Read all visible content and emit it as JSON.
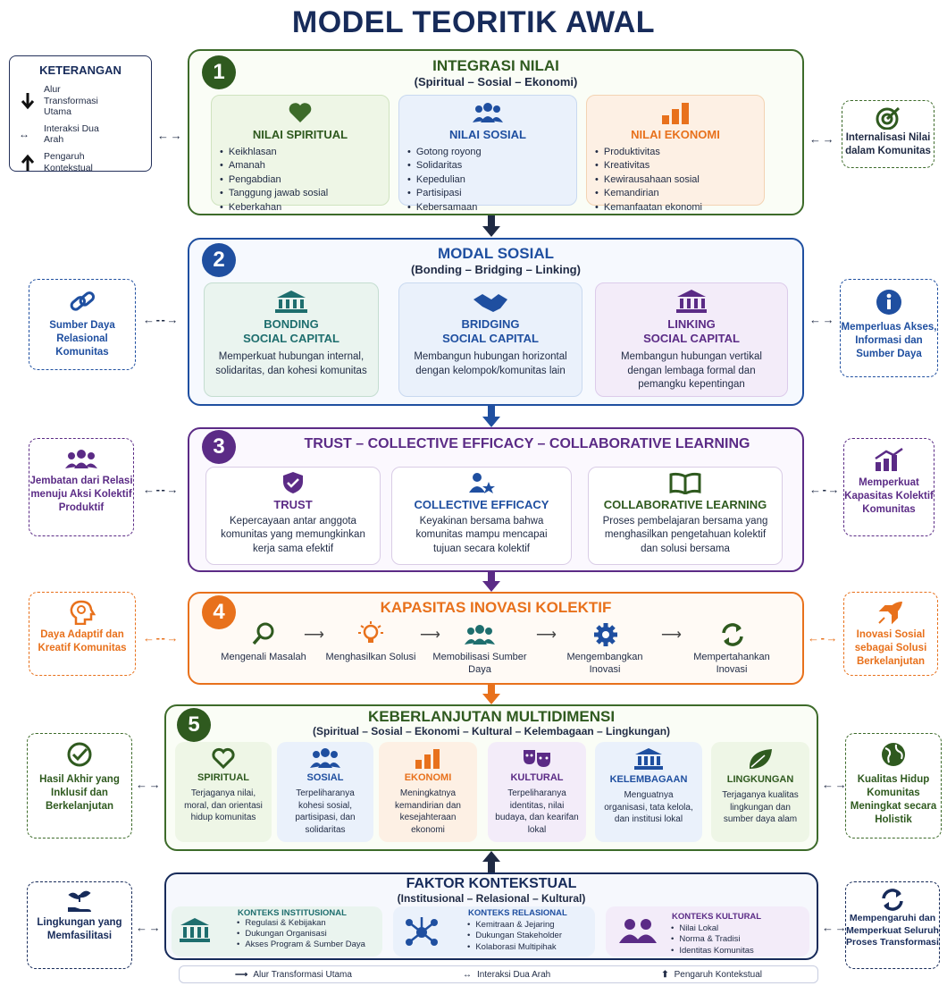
{
  "title": "MODEL TEORITIK AWAL",
  "legend": {
    "title": "KETERANGAN",
    "items": [
      "Alur Transformasi Utama",
      "Interaksi Dua Arah",
      "Pengaruh Kontekstual"
    ]
  },
  "s1": {
    "num": "1",
    "title": "INTEGRASI NILAI",
    "subtitle": "(Spiritual – Sosial – Ekonomi)",
    "cards": [
      {
        "title": "NILAI SPIRITUAL",
        "items": [
          "Keikhlasan",
          "Amanah",
          "Pengabdian",
          "Tanggung jawab sosial",
          "Keberkahan"
        ]
      },
      {
        "title": "NILAI SOSIAL",
        "items": [
          "Gotong royong",
          "Solidaritas",
          "Kepedulian",
          "Partisipasi",
          "Kebersamaan"
        ]
      },
      {
        "title": "NILAI EKONOMI",
        "items": [
          "Produktivitas",
          "Kreativitas",
          "Kewirausahaan sosial",
          "Kemandirian",
          "Kemanfaatan ekonomi"
        ]
      }
    ],
    "right": "Internalisasi Nilai dalam Komunitas"
  },
  "s2": {
    "num": "2",
    "title": "MODAL SOSIAL",
    "subtitle": "(Bonding – Bridging – Linking)",
    "cards": [
      {
        "t1": "BONDING",
        "t2": "SOCIAL CAPITAL",
        "desc": "Memperkuat hubungan internal, solidaritas, dan kohesi komunitas"
      },
      {
        "t1": "BRIDGING",
        "t2": "SOCIAL CAPITAL",
        "desc": "Membangun hubungan horizontal dengan kelompok/komunitas lain"
      },
      {
        "t1": "LINKING",
        "t2": "SOCIAL CAPITAL",
        "desc": "Membangun hubungan vertikal dengan lembaga formal dan pemangku kepentingan"
      }
    ],
    "left": "Sumber Daya Relasional Komunitas",
    "right": "Memperluas Akses, Informasi dan Sumber Daya"
  },
  "s3": {
    "num": "3",
    "title": "TRUST – COLLECTIVE EFFICACY – COLLABORATIVE LEARNING",
    "cards": [
      {
        "title": "TRUST",
        "desc": "Kepercayaan antar anggota komunitas yang memungkinkan kerja sama efektif"
      },
      {
        "title": "COLLECTIVE EFFICACY",
        "desc": "Keyakinan bersama bahwa komunitas mampu mencapai tujuan secara kolektif"
      },
      {
        "title": "COLLABORATIVE LEARNING",
        "desc": "Proses pembelajaran bersama yang menghasilkan pengetahuan kolektif dan solusi bersama"
      }
    ],
    "left": "Jembatan dari Relasi menuju Aksi Kolektif Produktif",
    "right": "Memperkuat Kapasitas Kolektif Komunitas"
  },
  "s4": {
    "num": "4",
    "title": "KAPASITAS INOVASI KOLEKTIF",
    "steps": [
      "Mengenali Masalah",
      "Menghasilkan Solusi",
      "Memobilisasi Sumber Daya",
      "Mengembangkan Inovasi",
      "Mempertahankan Inovasi"
    ],
    "left": "Daya Adaptif dan Kreatif Komunitas",
    "right": "Inovasi Sosial sebagai Solusi Berkelanjutan"
  },
  "s5": {
    "num": "5",
    "title": "KEBERLANJUTAN MULTIDIMENSI",
    "subtitle": "(Spiritual – Sosial – Ekonomi – Kultural – Kelembagaan – Lingkungan)",
    "cards": [
      {
        "title": "SPIRITUAL",
        "desc": "Terjaganya nilai, moral, dan orientasi hidup komunitas"
      },
      {
        "title": "SOSIAL",
        "desc": "Terpeliharanya kohesi sosial, partisipasi, dan solidaritas"
      },
      {
        "title": "EKONOMI",
        "desc": "Meningkatnya kemandirian dan kesejahteraan ekonomi"
      },
      {
        "title": "KULTURAL",
        "desc": "Terpeliharanya identitas, nilai budaya, dan kearifan lokal"
      },
      {
        "title": "KELEMBAGAAN",
        "desc": "Menguatnya organisasi, tata kelola, dan institusi lokal"
      },
      {
        "title": "LINGKUNGAN",
        "desc": "Terjaganya kualitas lingkungan dan sumber daya alam"
      }
    ],
    "left": "Hasil Akhir yang Inklusif dan Berkelanjutan",
    "right": "Kualitas Hidup Komunitas Meningkat secara Holistik"
  },
  "fk": {
    "title": "FAKTOR KONTEKSTUAL",
    "subtitle": "(Institusional – Relasional – Kultural)",
    "cards": [
      {
        "title": "KONTEKS INSTITUSIONAL",
        "items": [
          "Regulasi & Kebijakan",
          "Dukungan Organisasi",
          "Akses Program & Sumber Daya"
        ]
      },
      {
        "title": "KONTEKS RELASIONAL",
        "items": [
          "Kemitraan & Jejaring",
          "Dukungan Stakeholder",
          "Kolaborasi Multipihak"
        ]
      },
      {
        "title": "KONTEKS KULTURAL",
        "items": [
          "Nilai Lokal",
          "Norma & Tradisi",
          "Identitas Komunitas"
        ]
      }
    ],
    "left": "Lingkungan yang Memfasilitasi",
    "right": "Mempengaruhi dan Memperkuat Seluruh Proses Transformasi"
  },
  "footer": [
    "Alur Transformasi Utama",
    "Interaksi Dua Arah",
    "Pengaruh Kontekstual"
  ],
  "colors": {
    "navy": "#172b5a",
    "green": "#3d6b2a",
    "blue": "#1f4fa0",
    "purple": "#5b2b86",
    "orange": "#e8711c",
    "teal": "#1e6e6e"
  }
}
